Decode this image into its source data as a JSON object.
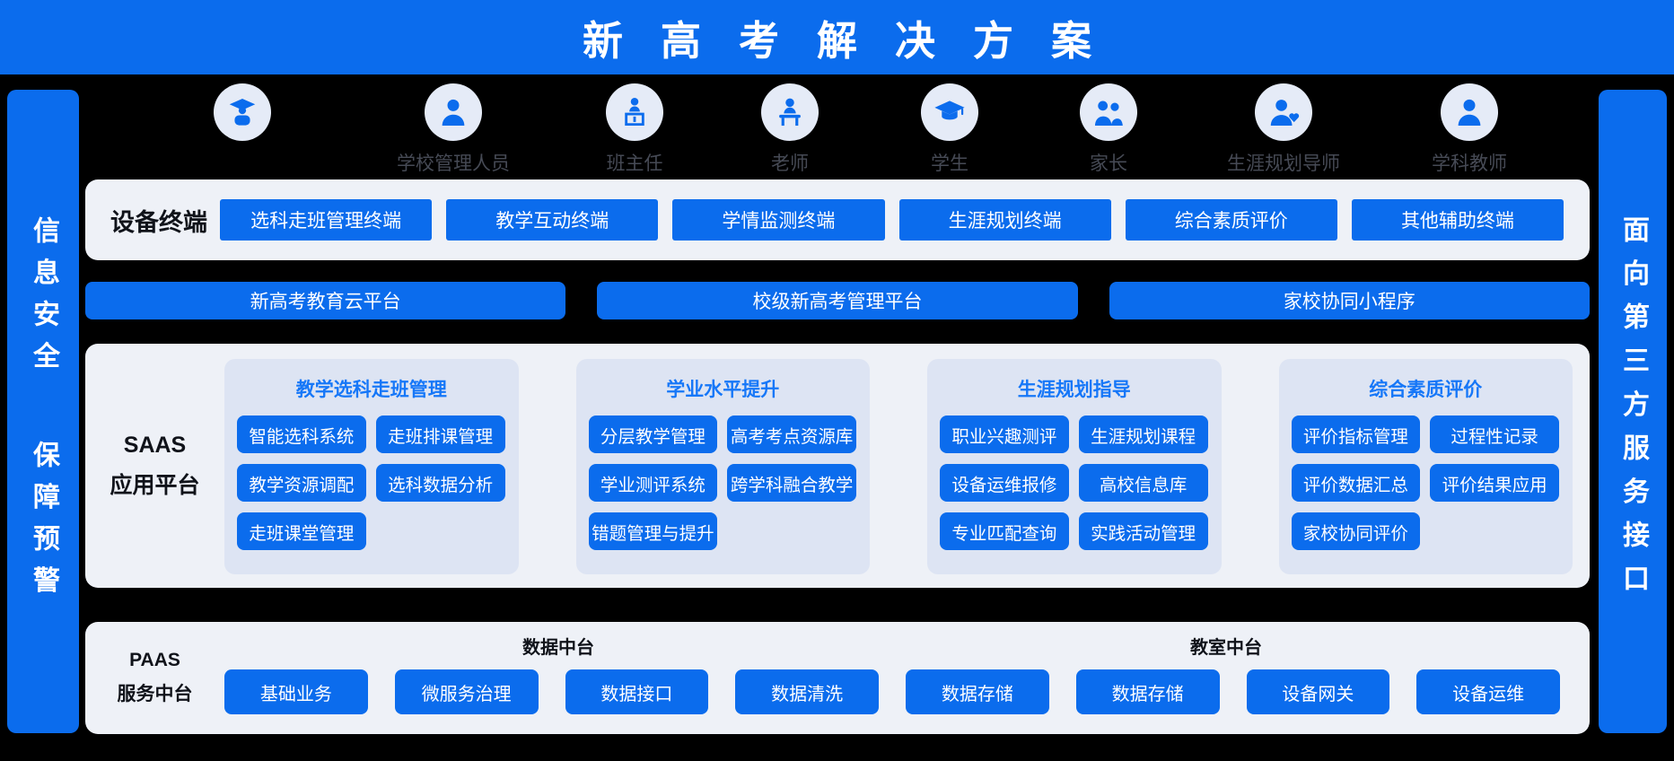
{
  "colors": {
    "primary_blue": "#0b6ced",
    "saas_title_blue": "#1677f8",
    "panel_bg": "#eef1f7",
    "column_bg": "#dde4f3",
    "page_bg": "#000000",
    "role_label_gray": "#464a55"
  },
  "header": {
    "title": "新高考解决方案"
  },
  "sidebars": {
    "left": {
      "line1": "信息安全",
      "line2": "保障预警"
    },
    "right": {
      "text": "面向第三方服务接口"
    }
  },
  "roles": {
    "items": [
      {
        "icon": "graduate-icon",
        "label": ""
      },
      {
        "icon": "school-admin-icon",
        "label": "学校管理人员"
      },
      {
        "icon": "head-teacher-icon",
        "label": "班主任"
      },
      {
        "icon": "teacher-icon",
        "label": "老师"
      },
      {
        "icon": "student-icon",
        "label": "学生"
      },
      {
        "icon": "parents-icon",
        "label": "家长"
      },
      {
        "icon": "career-mentor-icon",
        "label": "生涯规划导师"
      },
      {
        "icon": "subject-teacher-icon",
        "label": "学科教师"
      }
    ]
  },
  "device_row": {
    "label": "设备终端",
    "buttons": [
      "选科走班管理终端",
      "教学互动终端",
      "学情监测终端",
      "生涯规划终端",
      "综合素质评价",
      "其他辅助终端"
    ]
  },
  "platforms": [
    "新高考教育云平台",
    "校级新高考管理平台",
    "家校协同小程序"
  ],
  "saas": {
    "label_line1": "SAAS",
    "label_line2": "应用平台",
    "columns": [
      {
        "title": "教学选科走班管理",
        "items": [
          "智能选科系统",
          "走班排课管理",
          "教学资源调配",
          "选科数据分析",
          "走班课堂管理"
        ]
      },
      {
        "title": "学业水平提升",
        "items": [
          "分层教学管理",
          "高考考点资源库",
          "学业测评系统",
          "跨学科融合教学",
          "错题管理与提升"
        ]
      },
      {
        "title": "生涯规划指导",
        "items": [
          "职业兴趣测评",
          "生涯规划课程",
          "设备运维报修",
          "高校信息库",
          "专业匹配查询",
          "实践活动管理"
        ]
      },
      {
        "title": "综合素质评价",
        "items": [
          "评价指标管理",
          "过程性记录",
          "评价数据汇总",
          "评价结果应用",
          "家校协同评价"
        ]
      }
    ]
  },
  "paas": {
    "label_line1": "PAAS",
    "label_line2": "服务中台",
    "group_titles": [
      "数据中台",
      "教室中台"
    ],
    "buttons": [
      "基础业务",
      "微服务治理",
      "数据接口",
      "数据清洗",
      "数据存储",
      "数据存储",
      "设备网关",
      "设备运维"
    ]
  }
}
